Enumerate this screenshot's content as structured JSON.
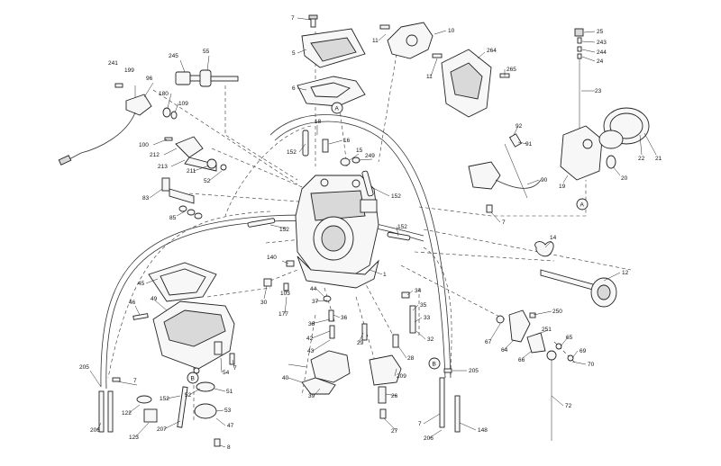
{
  "diagram": {
    "callouts": [
      {
        "id": "c7a",
        "text": "7"
      },
      {
        "id": "c5",
        "text": "5"
      },
      {
        "id": "c6",
        "text": "6"
      },
      {
        "id": "c11a",
        "text": "11"
      },
      {
        "id": "c10",
        "text": "10"
      },
      {
        "id": "c11b",
        "text": "11"
      },
      {
        "id": "c264",
        "text": "264"
      },
      {
        "id": "c265",
        "text": "265"
      },
      {
        "id": "c25",
        "text": "25"
      },
      {
        "id": "c243",
        "text": "243"
      },
      {
        "id": "c244",
        "text": "244"
      },
      {
        "id": "c24",
        "text": "24"
      },
      {
        "id": "c23",
        "text": "23"
      },
      {
        "id": "c241",
        "text": "241"
      },
      {
        "id": "c199",
        "text": "199"
      },
      {
        "id": "c96",
        "text": "96"
      },
      {
        "id": "c245",
        "text": "245"
      },
      {
        "id": "c55",
        "text": "55"
      },
      {
        "id": "c180",
        "text": "180"
      },
      {
        "id": "c109",
        "text": "109"
      },
      {
        "id": "c18",
        "text": "18"
      },
      {
        "id": "c152a",
        "text": "152"
      },
      {
        "id": "c16",
        "text": "16"
      },
      {
        "id": "c15",
        "text": "15"
      },
      {
        "id": "c249",
        "text": "249"
      },
      {
        "id": "c92",
        "text": "92"
      },
      {
        "id": "c91",
        "text": "91"
      },
      {
        "id": "c22",
        "text": "22"
      },
      {
        "id": "c21",
        "text": "21"
      },
      {
        "id": "c20",
        "text": "20"
      },
      {
        "id": "c19",
        "text": "19"
      },
      {
        "id": "c90",
        "text": "90"
      },
      {
        "id": "c100",
        "text": "100"
      },
      {
        "id": "c212",
        "text": "212"
      },
      {
        "id": "c213",
        "text": "213"
      },
      {
        "id": "c211",
        "text": "211"
      },
      {
        "id": "c52a",
        "text": "52"
      },
      {
        "id": "c83",
        "text": "83"
      },
      {
        "id": "c85",
        "text": "85"
      },
      {
        "id": "c152b",
        "text": "152"
      },
      {
        "id": "c152c",
        "text": "152"
      },
      {
        "id": "c152d",
        "text": "152"
      },
      {
        "id": "c7b",
        "text": "7"
      },
      {
        "id": "c14",
        "text": "14"
      },
      {
        "id": "c12",
        "text": "12"
      },
      {
        "id": "c140",
        "text": "140"
      },
      {
        "id": "c45",
        "text": "45"
      },
      {
        "id": "c1",
        "text": "1"
      },
      {
        "id": "c44",
        "text": "44"
      },
      {
        "id": "c34",
        "text": "34"
      },
      {
        "id": "c37",
        "text": "37"
      },
      {
        "id": "c35",
        "text": "35"
      },
      {
        "id": "c30",
        "text": "30"
      },
      {
        "id": "c103",
        "text": "103"
      },
      {
        "id": "c46",
        "text": "46"
      },
      {
        "id": "c49",
        "text": "49"
      },
      {
        "id": "c177",
        "text": "177"
      },
      {
        "id": "c38",
        "text": "38"
      },
      {
        "id": "c36",
        "text": "36"
      },
      {
        "id": "c33",
        "text": "33"
      },
      {
        "id": "c250",
        "text": "250"
      },
      {
        "id": "c42",
        "text": "42"
      },
      {
        "id": "c29",
        "text": "29"
      },
      {
        "id": "c32",
        "text": "32"
      },
      {
        "id": "c67",
        "text": "67"
      },
      {
        "id": "c64",
        "text": "64"
      },
      {
        "id": "c251",
        "text": "251"
      },
      {
        "id": "c43",
        "text": "43"
      },
      {
        "id": "c65",
        "text": "65"
      },
      {
        "id": "c69",
        "text": "69"
      },
      {
        "id": "c66",
        "text": "66"
      },
      {
        "id": "c70",
        "text": "70"
      },
      {
        "id": "c28",
        "text": "28"
      },
      {
        "id": "c205a",
        "text": "205"
      },
      {
        "id": "c54",
        "text": "54"
      },
      {
        "id": "c7c",
        "text": "7"
      },
      {
        "id": "c40",
        "text": "40"
      },
      {
        "id": "c209",
        "text": "209"
      },
      {
        "id": "c205b",
        "text": "205"
      },
      {
        "id": "c7d",
        "text": "7"
      },
      {
        "id": "c51",
        "text": "51"
      },
      {
        "id": "c52b",
        "text": "52"
      },
      {
        "id": "c152e",
        "text": "152"
      },
      {
        "id": "c39",
        "text": "39"
      },
      {
        "id": "c26",
        "text": "26"
      },
      {
        "id": "c72",
        "text": "72"
      },
      {
        "id": "c122",
        "text": "122"
      },
      {
        "id": "c53",
        "text": "53"
      },
      {
        "id": "c207",
        "text": "207"
      },
      {
        "id": "c206a",
        "text": "206"
      },
      {
        "id": "c47",
        "text": "47"
      },
      {
        "id": "c7e",
        "text": "7"
      },
      {
        "id": "c148",
        "text": "148"
      },
      {
        "id": "c123",
        "text": "123"
      },
      {
        "id": "c27",
        "text": "27"
      },
      {
        "id": "c206b",
        "text": "206"
      },
      {
        "id": "c8",
        "text": "8"
      }
    ],
    "markers": [
      {
        "id": "mA1",
        "text": "A"
      },
      {
        "id": "mA2",
        "text": "A"
      },
      {
        "id": "mB1",
        "text": "B"
      },
      {
        "id": "mB2",
        "text": "B"
      }
    ]
  }
}
